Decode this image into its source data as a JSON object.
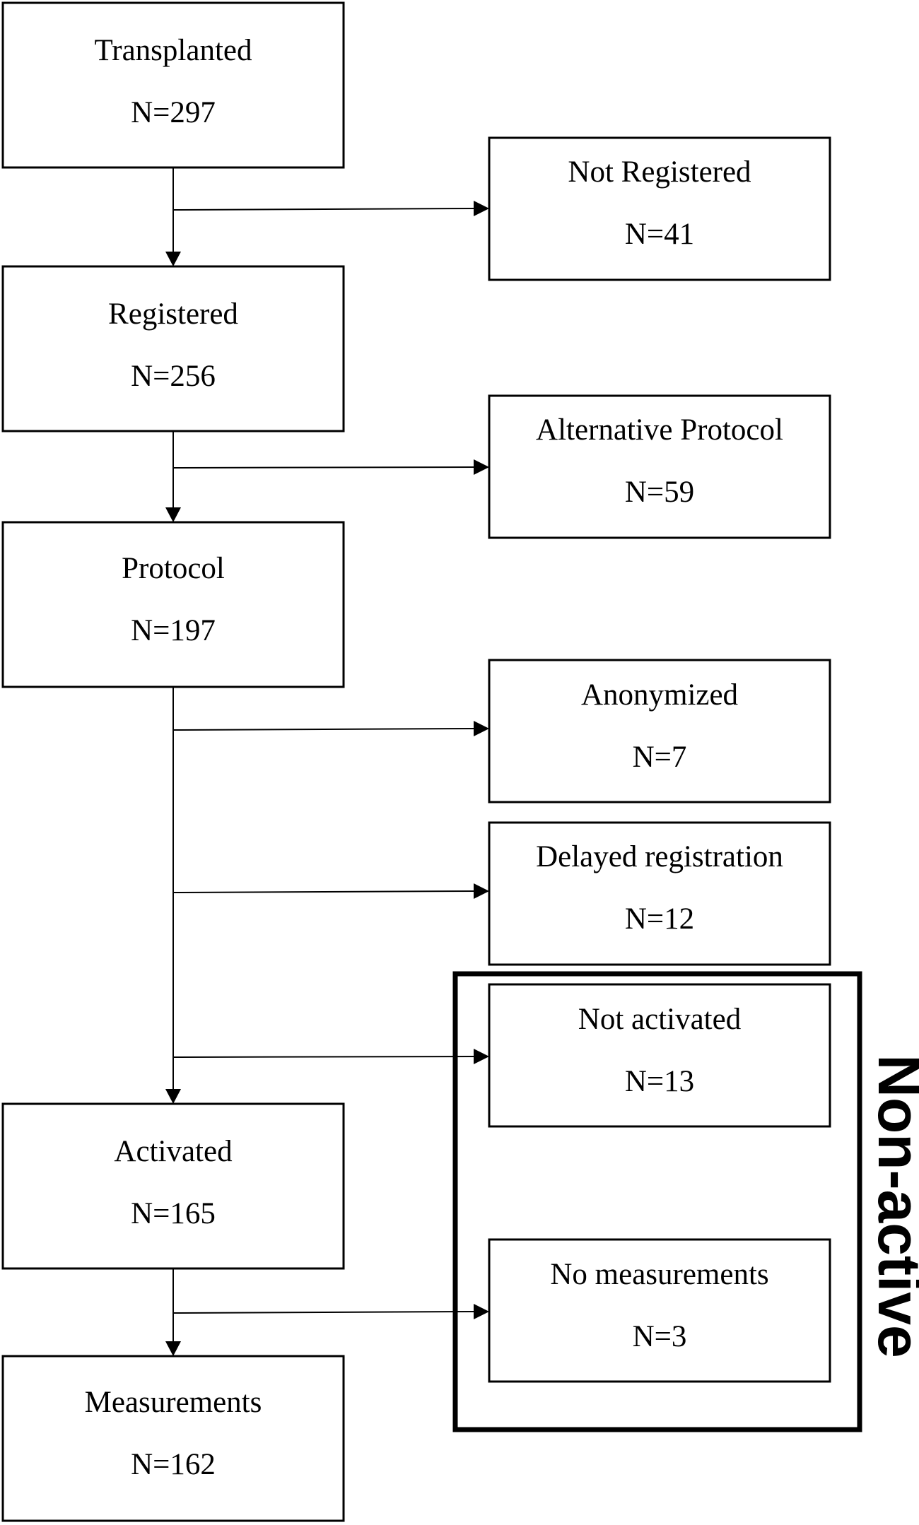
{
  "boxes": {
    "transplanted": {
      "title": "Transplanted",
      "count": "N=297"
    },
    "not_registered": {
      "title": "Not Registered",
      "count": "N=41"
    },
    "registered": {
      "title": "Registered",
      "count": "N=256"
    },
    "alternative_protocol": {
      "title": "Alternative Protocol",
      "count": "N=59"
    },
    "protocol": {
      "title": "Protocol",
      "count": "N=197"
    },
    "anonymized": {
      "title": "Anonymized",
      "count": "N=7"
    },
    "delayed_registration": {
      "title": "Delayed registration",
      "count": "N=12"
    },
    "not_activated": {
      "title": "Not activated",
      "count": "N=13"
    },
    "activated": {
      "title": "Activated",
      "count": "N=165"
    },
    "no_measurements": {
      "title": "No measurements",
      "count": "N=3"
    },
    "measurements": {
      "title": "Measurements",
      "count": "N=162"
    }
  },
  "non_active_group": {
    "label": "Non-active"
  }
}
